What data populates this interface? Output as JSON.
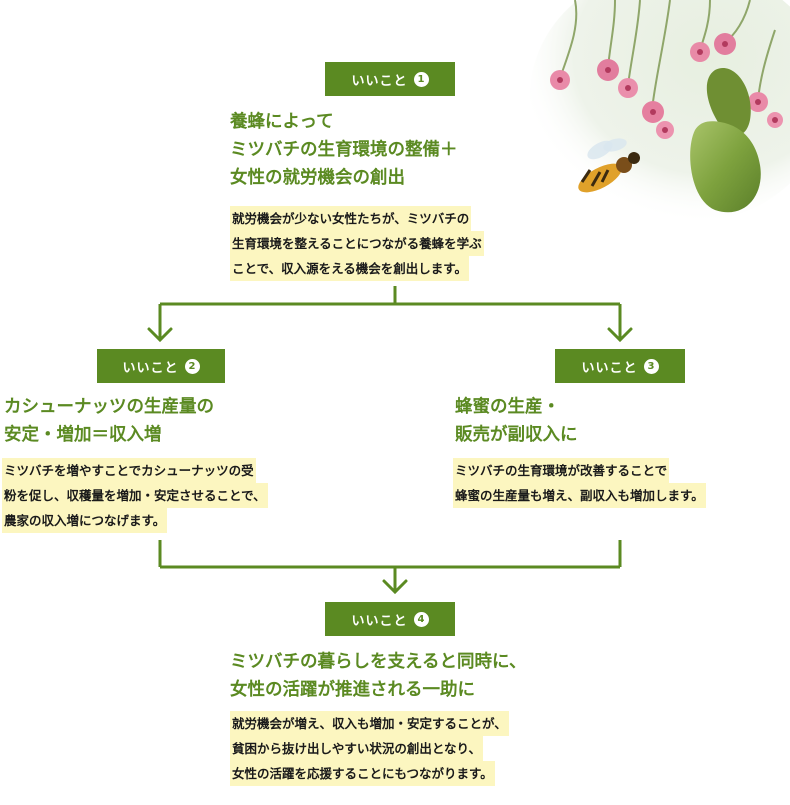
{
  "colors": {
    "accent": "#5b8a22",
    "highlight": "#fcf6c0",
    "text": "#1a1a1a"
  },
  "illustration": {
    "subject": "honeybee-and-cashew-flowers"
  },
  "benefits": [
    {
      "badge": "いいこと",
      "number": "1",
      "title_lines": [
        "養蜂によって",
        "ミツバチの生育環境の整備＋",
        "女性の就労機会の創出"
      ],
      "description_lines": [
        "就労機会が少ない女性たちが、ミツバチの",
        "生育環境を整えることにつながる養蜂を学ぶ",
        "ことで、収入源をえる機会を創出します。"
      ]
    },
    {
      "badge": "いいこと",
      "number": "2",
      "title_lines": [
        "カシューナッツの生産量の",
        "安定・増加＝収入増"
      ],
      "description_lines": [
        "ミツバチを増やすことでカシューナッツの受",
        "粉を促し、収穫量を増加・安定させることで、",
        "農家の収入増につなげます。"
      ]
    },
    {
      "badge": "いいこと",
      "number": "3",
      "title_lines": [
        "蜂蜜の生産・",
        "販売が副収入に"
      ],
      "description_lines": [
        "ミツバチの生育環境が改善することで",
        "蜂蜜の生産量も増え、副収入も増加します。"
      ]
    },
    {
      "badge": "いいこと",
      "number": "4",
      "title_lines": [
        "ミツバチの暮らしを支えると同時に、",
        "女性の活躍が推進される一助に"
      ],
      "description_lines": [
        "就労機会が増え、収入も増加・安定することが、",
        "貧困から抜け出しやすい状況の創出となり、",
        "女性の活躍を応援することにもつながります。"
      ]
    }
  ]
}
